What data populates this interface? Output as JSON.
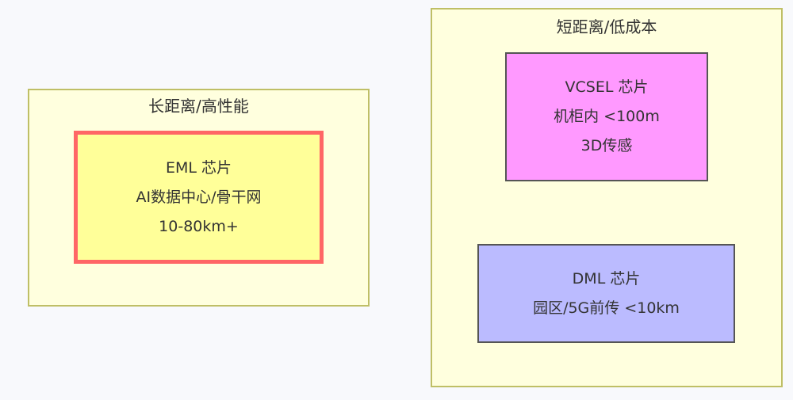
{
  "groups": {
    "long": {
      "title": "长距离/高性能"
    },
    "short": {
      "title": "短距离/低成本"
    }
  },
  "nodes": {
    "eml": {
      "lines": [
        "EML 芯片",
        "AI数据中心/骨干网",
        "10-80km+"
      ]
    },
    "vcsel": {
      "lines": [
        "VCSEL 芯片",
        "机柜内 <100m",
        "3D传感"
      ]
    },
    "dml": {
      "lines": [
        "DML 芯片",
        "园区/5G前传 <10km"
      ]
    }
  },
  "colors": {
    "group_fill": "#ffffde",
    "group_border": "#bfbf66",
    "eml_fill": "#ffff99",
    "eml_border": "#ff6666",
    "vcsel_fill": "#ff99ff",
    "dml_fill": "#bbbbff",
    "node_border": "#555555"
  }
}
